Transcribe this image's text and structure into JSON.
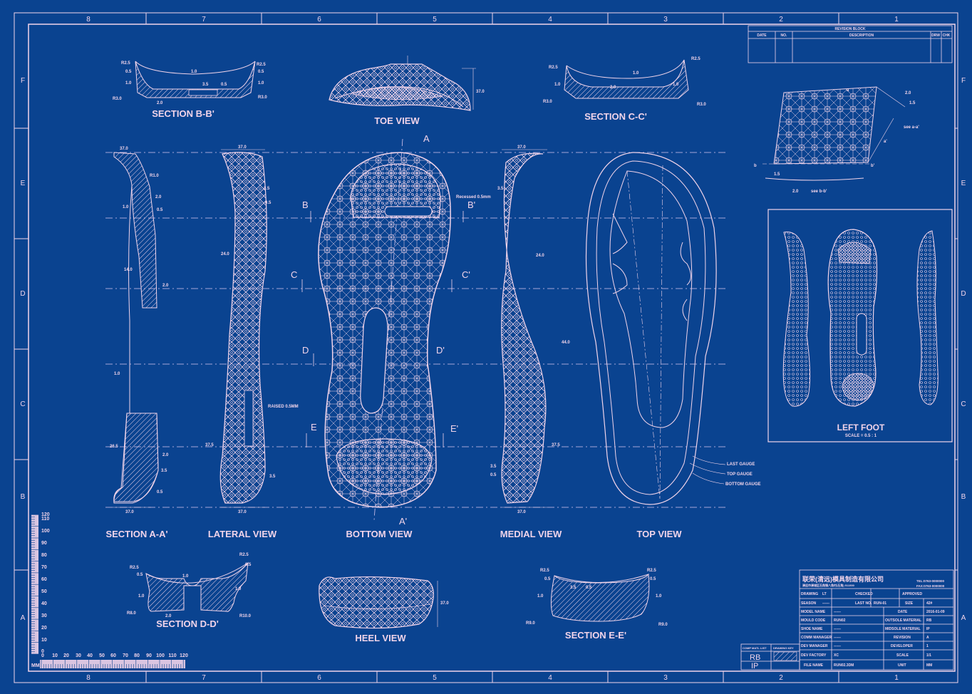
{
  "frame": {
    "col_numbers": [
      "8",
      "7",
      "6",
      "5",
      "4",
      "3",
      "2",
      "1"
    ],
    "row_letters": [
      "F",
      "E",
      "D",
      "C",
      "B",
      "A"
    ]
  },
  "views": {
    "section_bb": "SECTION B-B'",
    "toe_view": "TOE VIEW",
    "section_cc": "SECTION C-C'",
    "section_aa": "SECTION A-A'",
    "lateral_view": "LATERAL VIEW",
    "bottom_view": "BOTTOM VIEW",
    "medial_view": "MEDIAL VIEW",
    "top_view": "TOP VIEW",
    "section_dd": "SECTION D-D'",
    "heel_view": "HEEL VIEW",
    "section_ee": "SECTION E-E'",
    "left_foot": "LEFT FOOT",
    "left_foot_scale": "SCALE = 0.5 : 1"
  },
  "cut_marks": {
    "a": "A",
    "a_prime": "A'",
    "b": "B",
    "b_prime": "B'",
    "c": "C",
    "c_prime": "C'",
    "d": "D",
    "d_prime": "D'",
    "e": "E",
    "e_prime": "E'"
  },
  "dims": {
    "r25": "R2.5",
    "r30": "R3.0",
    "r10": "R1.0",
    "r80": "R8.0",
    "r100": "R10.0",
    "r90": "R9.0",
    "d05": "0.5",
    "d10": "1.0",
    "d20": "2.0",
    "d35": "3.5",
    "d140": "14.0",
    "d240": "24.0",
    "d265": "26.5",
    "d370": "37.0",
    "d375": "37.5",
    "d440": "44.0",
    "recessed": "Recessed 0.5mm",
    "raised": "RAISED 0.5MM"
  },
  "gauges": {
    "last": "LAST GAUGE",
    "top": "TOP GAUGE",
    "bottom": "BOTTOM GAUGE"
  },
  "detail": {
    "s": "a",
    "see_aa": "see a-a'",
    "see_bb": "see b-b'",
    "b": "b",
    "b_prime": "b'",
    "a_prime": "a'",
    "d15": "1.5",
    "d20": "2.0"
  },
  "revision": {
    "title": "REVISION BLOCK",
    "cols": [
      "DATE",
      "NO.",
      "DESCRIPTION",
      "DRW",
      "CHK"
    ]
  },
  "title_block": {
    "company": "联荣(清远)模具制造有限公司",
    "tel": "TEL:0763-0000000",
    "fax": "FAX:0763-0000000",
    "address": "清远市清城区石角镇八角村(石角) 511500",
    "drawing_label": "DRAWING",
    "drawing": "LT",
    "checked_label": "CHECKED",
    "approved_label": "APPROVED",
    "season_label": "SEASON",
    "season": "------",
    "last_no_label": "LAST NO.",
    "last_no": "RUN-01",
    "size_label": "SIZE",
    "size": "42#",
    "model_name_label": "MODEL NAME",
    "model_name": "------",
    "date_label": "DATE",
    "date": "2016-01-09",
    "mould_code_label": "MOULD CODE",
    "mould_code": "RUN02",
    "outsole_label": "OUTSOLE MATERIAL",
    "outsole": "RB",
    "shoe_name_label": "SHOE NAME",
    "shoe_name": "------",
    "midsole_label": "MIDSOLE MATERIAL",
    "midsole": "IP",
    "comm_label": "COMM MANAGER",
    "comm": "------",
    "revision_label": "REVISION",
    "revision": "A",
    "dev_manager_label": "DEV MANAGER",
    "dev_manager": "------",
    "developer_label": "DEVELOPER",
    "developer": "1",
    "dev_factory_label": "DEV FACTORY",
    "dev_factory": "XC",
    "scale_label": "SCALE",
    "scale": "1/1",
    "file_name_label": "FILE NAME",
    "file_name": "RUN02.3DM",
    "unit_label": "UNIT",
    "unit": "MM",
    "comp_matl_label": "COMP MATL LIST",
    "drawing_key_label": "DRAWING KEY",
    "matl_rb": "RB",
    "matl_ip": "IP"
  },
  "ruler": {
    "unit": "MM",
    "labels": [
      "0",
      "10",
      "20",
      "30",
      "40",
      "50",
      "60",
      "70",
      "80",
      "90",
      "100",
      "110",
      "120"
    ]
  },
  "colors": {
    "bg": "#0a4390",
    "line": "#f1d4ea",
    "dash": "#d9c8f0"
  }
}
